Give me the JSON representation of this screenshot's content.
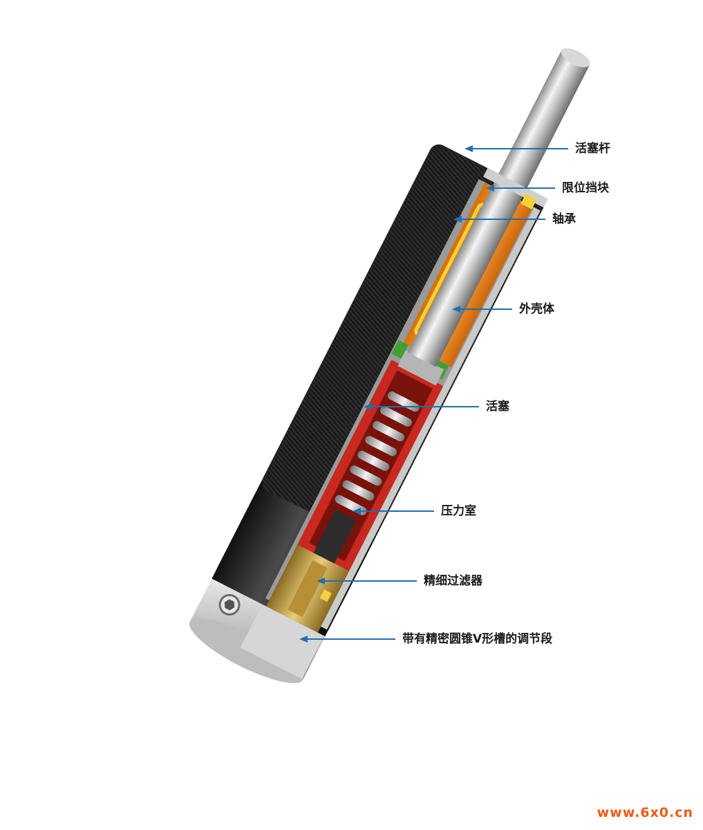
{
  "diagram": {
    "labels": [
      {
        "id": "piston-rod",
        "text": "活塞杆"
      },
      {
        "id": "stop-collar",
        "text": "限位挡块"
      },
      {
        "id": "bearing",
        "text": "轴承"
      },
      {
        "id": "outer-housing",
        "text": "外壳体"
      },
      {
        "id": "piston",
        "text": "活塞"
      },
      {
        "id": "pressure-chamber",
        "text": "压力室"
      },
      {
        "id": "fine-filter",
        "text": "精细过滤器"
      },
      {
        "id": "adjustment-section",
        "text": "带有精密圆锥V形槽的调节段"
      }
    ]
  },
  "watermark": "www.6x0.cn",
  "colors": {
    "leader": "#1f6fb2",
    "housing_thread": "#2a2a2a",
    "bearing": "#f08c1a",
    "pressure_chamber": "#c8281e",
    "brass": "#c8a24a",
    "steel": "#c9c9c9"
  }
}
